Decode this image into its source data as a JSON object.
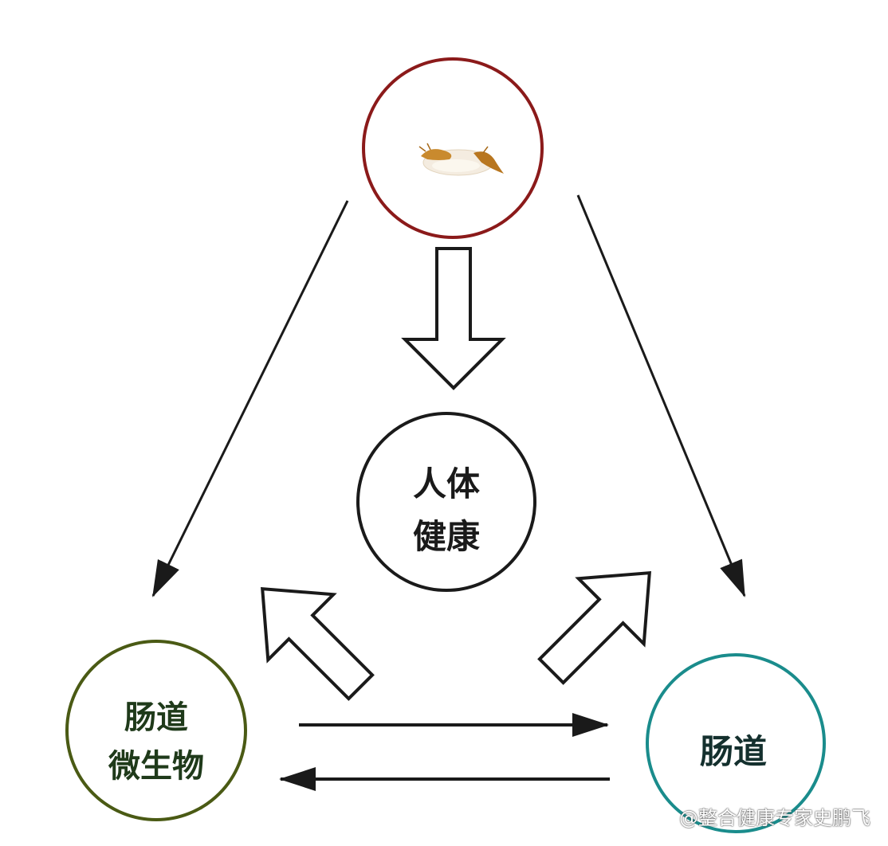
{
  "nodes": {
    "center": {
      "line1": "人体",
      "line2": "健康"
    },
    "left": {
      "line1": "肠道",
      "line2": "微生物"
    },
    "right": {
      "label": "肠道"
    },
    "top": {
      "image": "food-image",
      "color": "#8b1a1a"
    }
  },
  "colors": {
    "top_circle": "#8b1a1a",
    "left_circle": "#4a5a14",
    "right_circle": "#1a8c8c",
    "center_circle": "#1a1a1a",
    "arrow": "#1a1a1a",
    "text": "#1a1a1a"
  },
  "watermark": "@整合健康专家史鹏飞"
}
